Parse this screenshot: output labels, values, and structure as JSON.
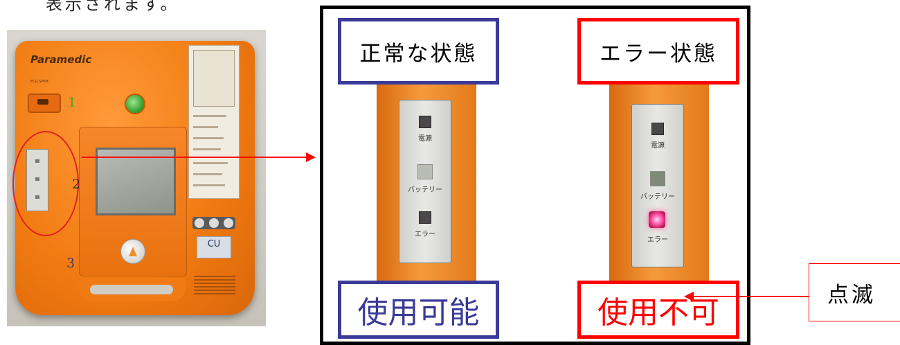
{
  "intro": {
    "text": "表示されます。"
  },
  "device_photo": {
    "brand": "Paramedic",
    "ecg_label": "ECG SPPM",
    "step_numbers": [
      "1",
      "2",
      "3"
    ],
    "badge": "CU"
  },
  "states": [
    {
      "title": "正常な状態",
      "result": "使用可能",
      "leds": {
        "power": "電源",
        "battery": "バッテリー",
        "error": "エラー"
      }
    },
    {
      "title": "エラー状態",
      "result": "使用不可",
      "leds": {
        "power": "電源",
        "battery": "バッテリー",
        "error": "エラー"
      }
    }
  ],
  "blink_label": "点滅",
  "colors": {
    "normal": "#3a3a98",
    "error": "#ff0000",
    "frame": "#000000",
    "device_orange": "#f27c12"
  }
}
